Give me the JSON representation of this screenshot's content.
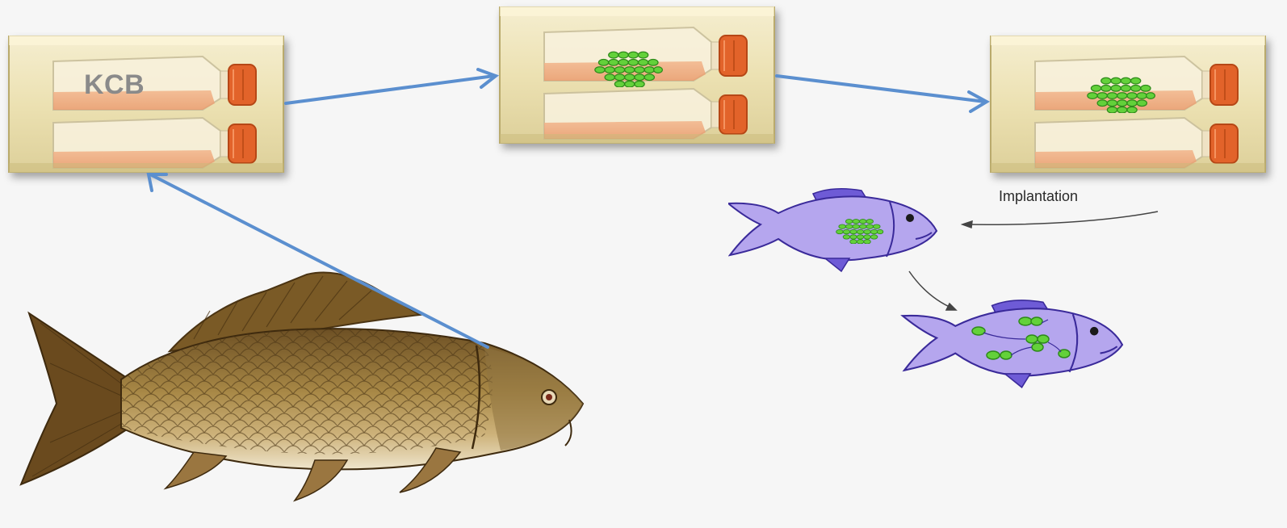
{
  "labels": {
    "flask_label": "KCB",
    "implantation_label": "Implantation"
  },
  "colors": {
    "background": "#f6f6f6",
    "arrow": "#5b8fcf",
    "flask_panel": "#efe6bb",
    "flask_cap": "#e2632b",
    "cell_colony": "#63d13a",
    "fish_body": "#b5a6ee",
    "fish_fin": "#6e5bd6",
    "carp_body": "#9a7a3e"
  },
  "icons": [
    "culture-flask-icon",
    "cell-colony-icon",
    "carp-illustration",
    "implanted-fish-icon"
  ]
}
